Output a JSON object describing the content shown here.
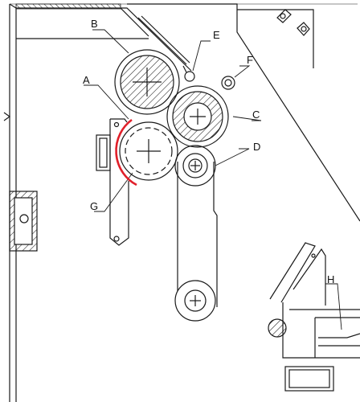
{
  "diagram": {
    "labels": {
      "A": "A",
      "B": "B",
      "C": "C",
      "D": "D",
      "E": "E",
      "F": "F",
      "G": "G",
      "H": "H"
    },
    "colors": {
      "line": "#1a1a1a",
      "highlight": "#e0202a",
      "background": "#ffffff"
    }
  }
}
